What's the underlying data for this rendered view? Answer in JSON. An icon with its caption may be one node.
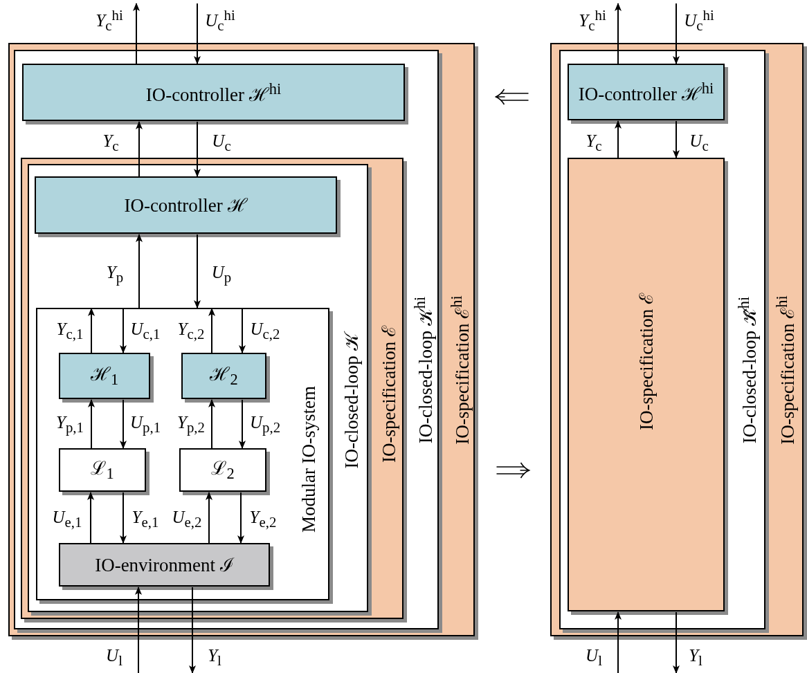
{
  "diagram": {
    "nodes": [
      {
        "text": [
          "IO-specification ℰ$^{hi}$"
        ]
      },
      {
        "text": [
          "IO-closed-loop 𝒦$^{hi}$"
        ],
        "in": 0
      },
      {
        "text": [
          "IO-controller ℋ$^{hi}$"
        ],
        "in": 1
      },
      {
        "text": [
          "IO-specification ℰ"
        ],
        "in": 1
      },
      {
        "text": [
          "IO-closed-loop 𝒦"
        ],
        "in": 3
      },
      {
        "text": [
          "IO-controller ℋ"
        ],
        "in": 4
      },
      {
        "text": [
          "Modular IO-system"
        ],
        "in": 4
      },
      {
        "text": [
          "ℋ$_{1}$"
        ],
        "in": 6
      },
      {
        "text": [
          "ℋ$_{2}$"
        ],
        "in": 6
      },
      {
        "text": [
          "ℒ$_{1}$"
        ],
        "in": 6
      },
      {
        "text": [
          "ℒ$_{2}$"
        ],
        "in": 6
      },
      {
        "text": [
          "IO-environment ℐ"
        ],
        "in": 6
      },
      {
        "text": [
          "IO-specification ℰ$^{hi}$"
        ]
      },
      {
        "text": [
          "IO-closed-loop 𝒦̂$^{hi}$"
        ],
        "in": 12
      },
      {
        "text": [
          "IO-controller ℋ$^{hi}$"
        ],
        "in": 13
      },
      {
        "text": [
          "IO-specification ℰ"
        ],
        "in": 13
      }
    ],
    "edges": [
      {
        "from": 2,
        "to": null,
        "arrow": "to",
        "label": "*Y*$_{c}$$^{hi}$"
      },
      {
        "from": null,
        "to": 2,
        "arrow": "to",
        "label": "*U*$_{c}$$^{hi}$"
      },
      {
        "from": 5,
        "to": 2,
        "arrow": "to",
        "label": "*Y*$_{c}$"
      },
      {
        "from": 2,
        "to": 5,
        "arrow": "to",
        "label": "*U*$_{c}$"
      },
      {
        "from": 6,
        "to": 5,
        "arrow": "to",
        "label": "*Y*$_{p}$"
      },
      {
        "from": 5,
        "to": 6,
        "arrow": "to",
        "label": "*U*$_{p}$"
      },
      {
        "from": 7,
        "to": 6,
        "arrow": "to",
        "label": "*Y*$_{c,1}$"
      },
      {
        "from": 6,
        "to": 7,
        "arrow": "to",
        "label": "*U*$_{c,1}$"
      },
      {
        "from": 8,
        "to": 6,
        "arrow": "to",
        "label": "*Y*$_{c,2}$"
      },
      {
        "from": 6,
        "to": 8,
        "arrow": "to",
        "label": "*U*$_{c,2}$"
      },
      {
        "from": 9,
        "to": 7,
        "arrow": "to",
        "label": "*Y*$_{p,1}$"
      },
      {
        "from": 7,
        "to": 9,
        "arrow": "to",
        "label": "*U*$_{p,1}$"
      },
      {
        "from": 10,
        "to": 8,
        "arrow": "to",
        "label": "*Y*$_{p,2}$"
      },
      {
        "from": 8,
        "to": 10,
        "arrow": "to",
        "label": "*U*$_{p,2}$"
      },
      {
        "from": 11,
        "to": 9,
        "arrow": "to",
        "label": "*U*$_{e,1}$"
      },
      {
        "from": 9,
        "to": 11,
        "arrow": "to",
        "label": "*Y*$_{e,1}$"
      },
      {
        "from": 11,
        "to": 10,
        "arrow": "to",
        "label": "*U*$_{e,2}$"
      },
      {
        "from": 10,
        "to": 11,
        "arrow": "to",
        "label": "*Y*$_{e,2}$"
      },
      {
        "from": null,
        "to": 11,
        "arrow": "to",
        "label": "*U*$_{l}$"
      },
      {
        "from": 11,
        "to": null,
        "arrow": "to",
        "label": "*Y*$_{l}$"
      },
      {
        "from": 14,
        "to": null,
        "arrow": "to",
        "label": "*Y*$_{c}$$^{hi}$"
      },
      {
        "from": null,
        "to": 14,
        "arrow": "to",
        "label": "*U*$_{c}$$^{hi}$"
      },
      {
        "from": 15,
        "to": 14,
        "arrow": "to",
        "label": "*Y*$_{c}$"
      },
      {
        "from": 14,
        "to": 15,
        "arrow": "to",
        "label": "*U*$_{c}$"
      },
      {
        "from": null,
        "to": 15,
        "arrow": "to",
        "label": "*U*$_{l}$"
      },
      {
        "from": 15,
        "to": null,
        "arrow": "to",
        "label": "*Y*$_{l}$"
      },
      {
        "from": 12,
        "to": 0,
        "arrow": "to"
      },
      {
        "from": 0,
        "to": 12,
        "arrow": "to"
      }
    ]
  }
}
